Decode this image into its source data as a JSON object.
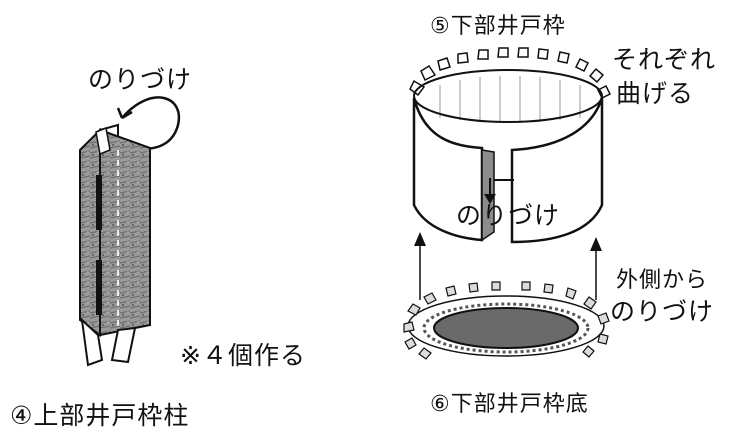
{
  "step4": {
    "glue_label": "のりづけ",
    "count_note": "※４個作る",
    "caption": "④上部井戸枠柱"
  },
  "step5": {
    "title": "⑤下部井戸枠",
    "bend_note": [
      "それぞれ",
      "曲げる"
    ],
    "glue_label": "のりづけ"
  },
  "step6": {
    "outside_glue_note": [
      "外側から",
      "のりづけ"
    ],
    "caption": "⑥下部井戸枠底"
  }
}
